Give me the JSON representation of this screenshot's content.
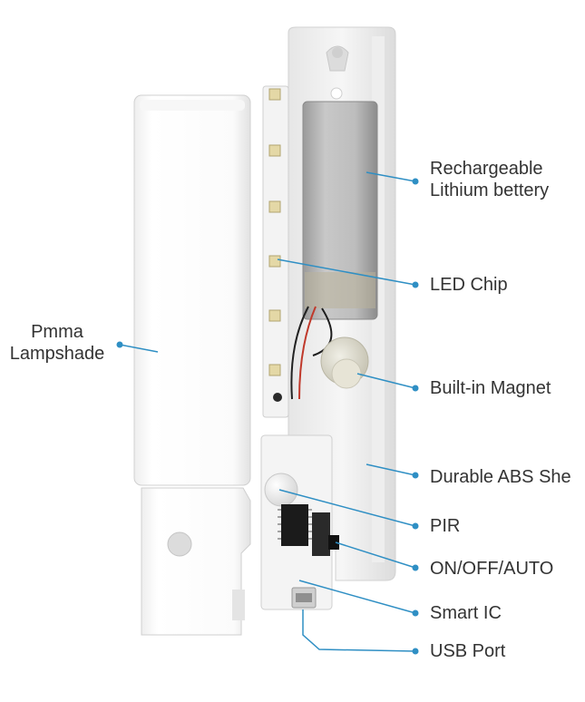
{
  "accent_color": "#2f8fc4",
  "callouts": {
    "battery": "Rechargeable\nLithium bettery",
    "led": "LED Chip",
    "magnet": "Built-in Magnet",
    "shell": "Durable ABS She",
    "pir": "PIR",
    "switch": "ON/OFF/AUTO",
    "ic": "Smart IC",
    "usb": "USB Port",
    "lampshade": "Pmma\nLampshade"
  }
}
